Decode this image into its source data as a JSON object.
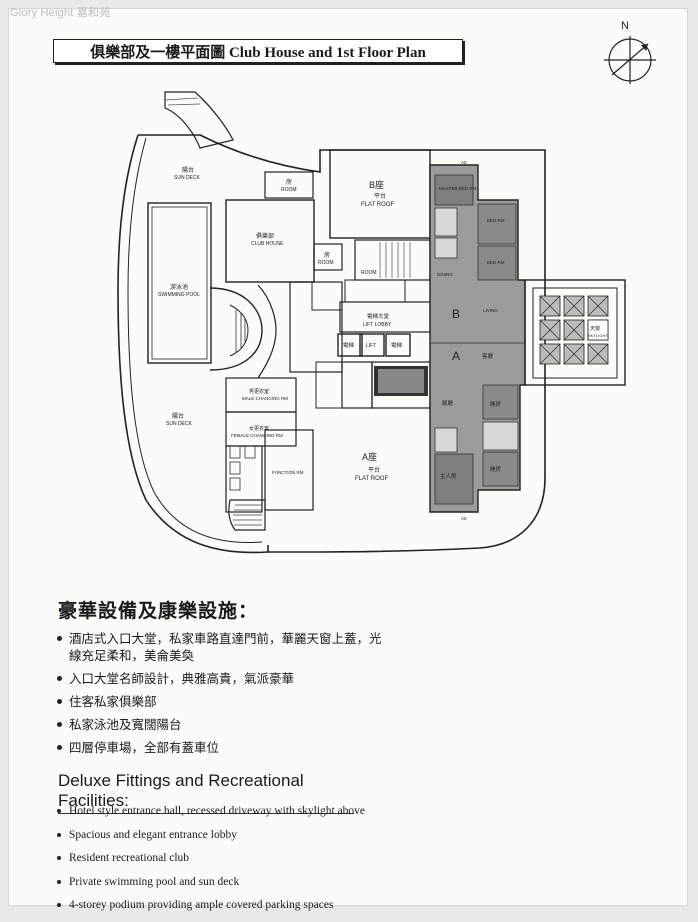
{
  "watermark": "Glory Height 嘉和苑",
  "plan_title": "俱樂部及一樓平面圖   Club House and 1st Floor Plan",
  "compass": {
    "north": "N"
  },
  "plan_labels": {
    "sun_deck_top_zh": "陽台",
    "sun_deck_top_en": "SUN DECK",
    "room_top_zh": "房",
    "room_top_en": "ROOM",
    "block_b_zh": "B座",
    "flat_roof_b_zh": "平台",
    "flat_roof_b_en": "FLAT ROOF",
    "club_house_zh": "俱樂部",
    "club_house_en": "CLUB HOUSE",
    "pool_zh": "游泳池",
    "pool_en": "SWIMMING POOL",
    "room_mid_zh": "房",
    "room_mid_en": "ROOM",
    "room_lower_en": "ROOM",
    "master_bed_en": "MASTER BED RM",
    "bed_rm_1": "BED RM",
    "bed_rm_2": "BED RM",
    "dining_en": "DINING",
    "living_en": "LIVING",
    "letter_b": "B",
    "letter_a": "A",
    "lift_lobby_zh": "電梯大堂",
    "lift_lobby_en": "LIFT LOBBY",
    "lift_1": "電梯",
    "lift_2": "LIFT",
    "lift_3": "電梯",
    "skylight_zh": "天窗",
    "skylight_en": "SKYLIGHT",
    "male_changing_zh": "男更衣室",
    "male_changing_en": "MALE CHANGING RM",
    "female_changing_zh": "女更衣室",
    "female_changing_en": "FEMALE CHANGING RM",
    "sun_deck_bottom_zh": "陽台",
    "sun_deck_bottom_en": "SUN DECK",
    "function_rm_en": "FUNCTION RM",
    "block_a_zh": "A座",
    "flat_roof_a_zh": "平台",
    "flat_roof_a_en": "FLAT ROOF",
    "a_living_zh": "客廳",
    "a_dining_zh": "飯廳",
    "a_bed_1_zh": "睡房",
    "a_bed_2_zh": "睡房",
    "a_master_zh": "主人房",
    "unit_tag_top": "A5",
    "unit_tag_bottom": "A6"
  },
  "facilities_zh": {
    "heading": "豪華設備及康樂設施：",
    "items": [
      "酒店式入口大堂，私家車路直達門前，華麗天窗上蓋，光線充足柔和，美侖美奐",
      "入口大堂名師設計，典雅高貴，氣派豪華",
      "住客私家俱樂部",
      "私家泳池及寬闊陽台",
      "四層停車場，全部有蓋車位"
    ]
  },
  "facilities_en": {
    "heading": "Deluxe Fittings and Recreational Facilities:",
    "items": [
      "Hotel style entrance hall, recessed driveway with skylight above",
      "Spacious and elegant entrance lobby",
      "Resident recreational club",
      "Private swimming pool and sun deck",
      "4-storey podium providing ample covered parking spaces"
    ]
  }
}
